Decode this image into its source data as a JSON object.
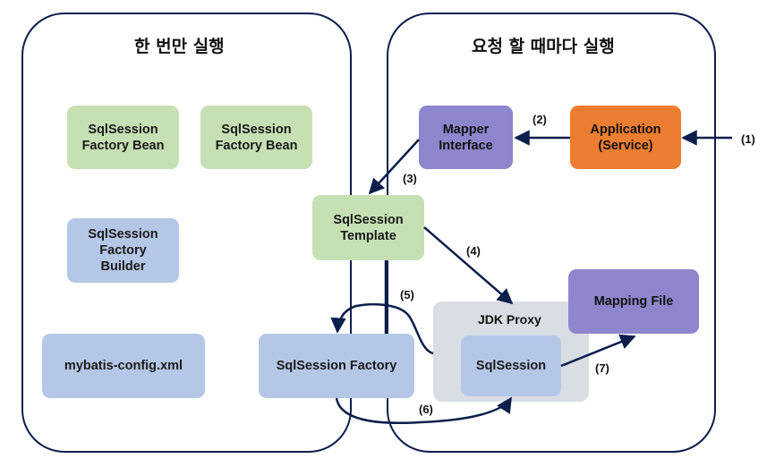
{
  "panels": {
    "left_title": "한 번만 실행",
    "right_title": "요청 할 때마다 실행"
  },
  "boxes": {
    "factory_bean_1": "SqlSession\nFactory Bean",
    "factory_bean_2": "SqlSession\nFactory Bean",
    "factory_builder": "SqlSession\nFactory\nBuilder",
    "mybatis_config": "mybatis-config.xml",
    "session_factory": "SqlSession Factory",
    "session_template": "SqlSession\nTemplate",
    "mapper_interface": "Mapper\nInterface",
    "application": "Application\n(Service)",
    "mapping_file": "Mapping File",
    "jdk_proxy": "JDK Proxy",
    "sql_session": "SqlSession"
  },
  "steps": {
    "s1": "(1)",
    "s2": "(2)",
    "s3": "(3)",
    "s4": "(4)",
    "s5": "(5)",
    "s6": "(6)",
    "s7": "(7)"
  },
  "colors": {
    "line": "#0b1f4d",
    "green": "#c6e0b4",
    "blue": "#b4c7e7",
    "purple": "#8e86cc",
    "orange": "#ed7d31",
    "proxy": "#d9dde4"
  }
}
